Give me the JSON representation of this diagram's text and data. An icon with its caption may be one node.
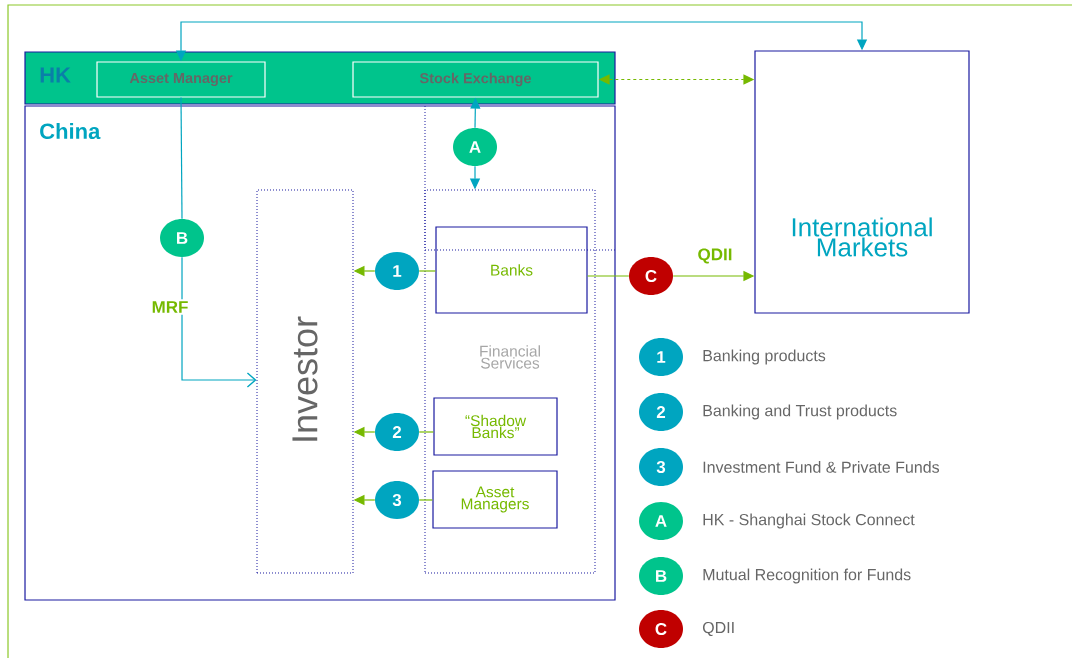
{
  "diagram": {
    "nodes": [
      {
        "text": [
          "HK"
        ]
      },
      {
        "text": [
          "Asset Manager"
        ],
        "in": 0
      },
      {
        "text": [
          "Stock Exchange"
        ],
        "in": 0
      },
      {
        "text": [
          "International Markets"
        ]
      },
      {
        "text": [
          "China"
        ]
      },
      {
        "text": [
          "A"
        ],
        "in": 4
      },
      {
        "text": [
          "B"
        ],
        "in": 4
      },
      {
        "text": [
          "Investor"
        ],
        "in": 4
      },
      {
        "text": [
          "Financial Services"
        ],
        "in": 4
      },
      {
        "text": [
          "Banks"
        ],
        "in": 8
      },
      {
        "text": [
          "1"
        ],
        "in": 4
      },
      {
        "text": [
          "C"
        ]
      },
      {
        "text": [
          "2"
        ],
        "in": 4
      },
      {
        "text": [
          "“Shadow Banks”"
        ],
        "in": 8
      },
      {
        "text": [
          "3"
        ],
        "in": 4
      },
      {
        "text": [
          "Asset Managers"
        ],
        "in": 8
      },
      {
        "text": [
          "1"
        ],
        "beside": [
          "Banking products"
        ]
      },
      {
        "text": [
          "2"
        ],
        "beside": [
          "Banking and Trust products"
        ]
      },
      {
        "text": [
          "3"
        ],
        "beside": [
          "Investment Fund & Private Funds"
        ]
      },
      {
        "text": [
          "A"
        ],
        "beside": [
          "HK - Shanghai Stock Connect"
        ]
      },
      {
        "text": [
          "B"
        ],
        "beside": [
          "Mutual Recognition for Funds"
        ]
      },
      {
        "text": [
          "C"
        ],
        "beside": [
          "QDII"
        ]
      }
    ],
    "edges": [
      {
        "from": 1,
        "to": 3,
        "arrow": "both",
        "color": "#00a5c0"
      },
      {
        "from": 1,
        "to": 6,
        "arrow": "none",
        "color": "#00a5c0"
      },
      {
        "from": 6,
        "to": 7,
        "arrow": "to",
        "label": "MRF",
        "color": "#00a5c0"
      },
      {
        "from": 2,
        "to": 3,
        "arrow": "both",
        "style": "dashed"
      },
      {
        "from": 5,
        "to": 2,
        "arrow": "to",
        "color": "#00a5c0"
      },
      {
        "from": 5,
        "to": 8,
        "arrow": "to",
        "color": "#00a5c0"
      },
      {
        "from": 9,
        "to": 10,
        "arrow": "none"
      },
      {
        "from": 10,
        "to": 7,
        "arrow": "to"
      },
      {
        "from": 9,
        "to": 11,
        "arrow": "none"
      },
      {
        "from": 11,
        "to": 3,
        "arrow": "to",
        "label": "QDII"
      },
      {
        "from": 13,
        "to": 12,
        "arrow": "none"
      },
      {
        "from": 12,
        "to": 7,
        "arrow": "to"
      },
      {
        "from": 15,
        "to": 14,
        "arrow": "none"
      },
      {
        "from": 14,
        "to": 7,
        "arrow": "to"
      }
    ]
  }
}
